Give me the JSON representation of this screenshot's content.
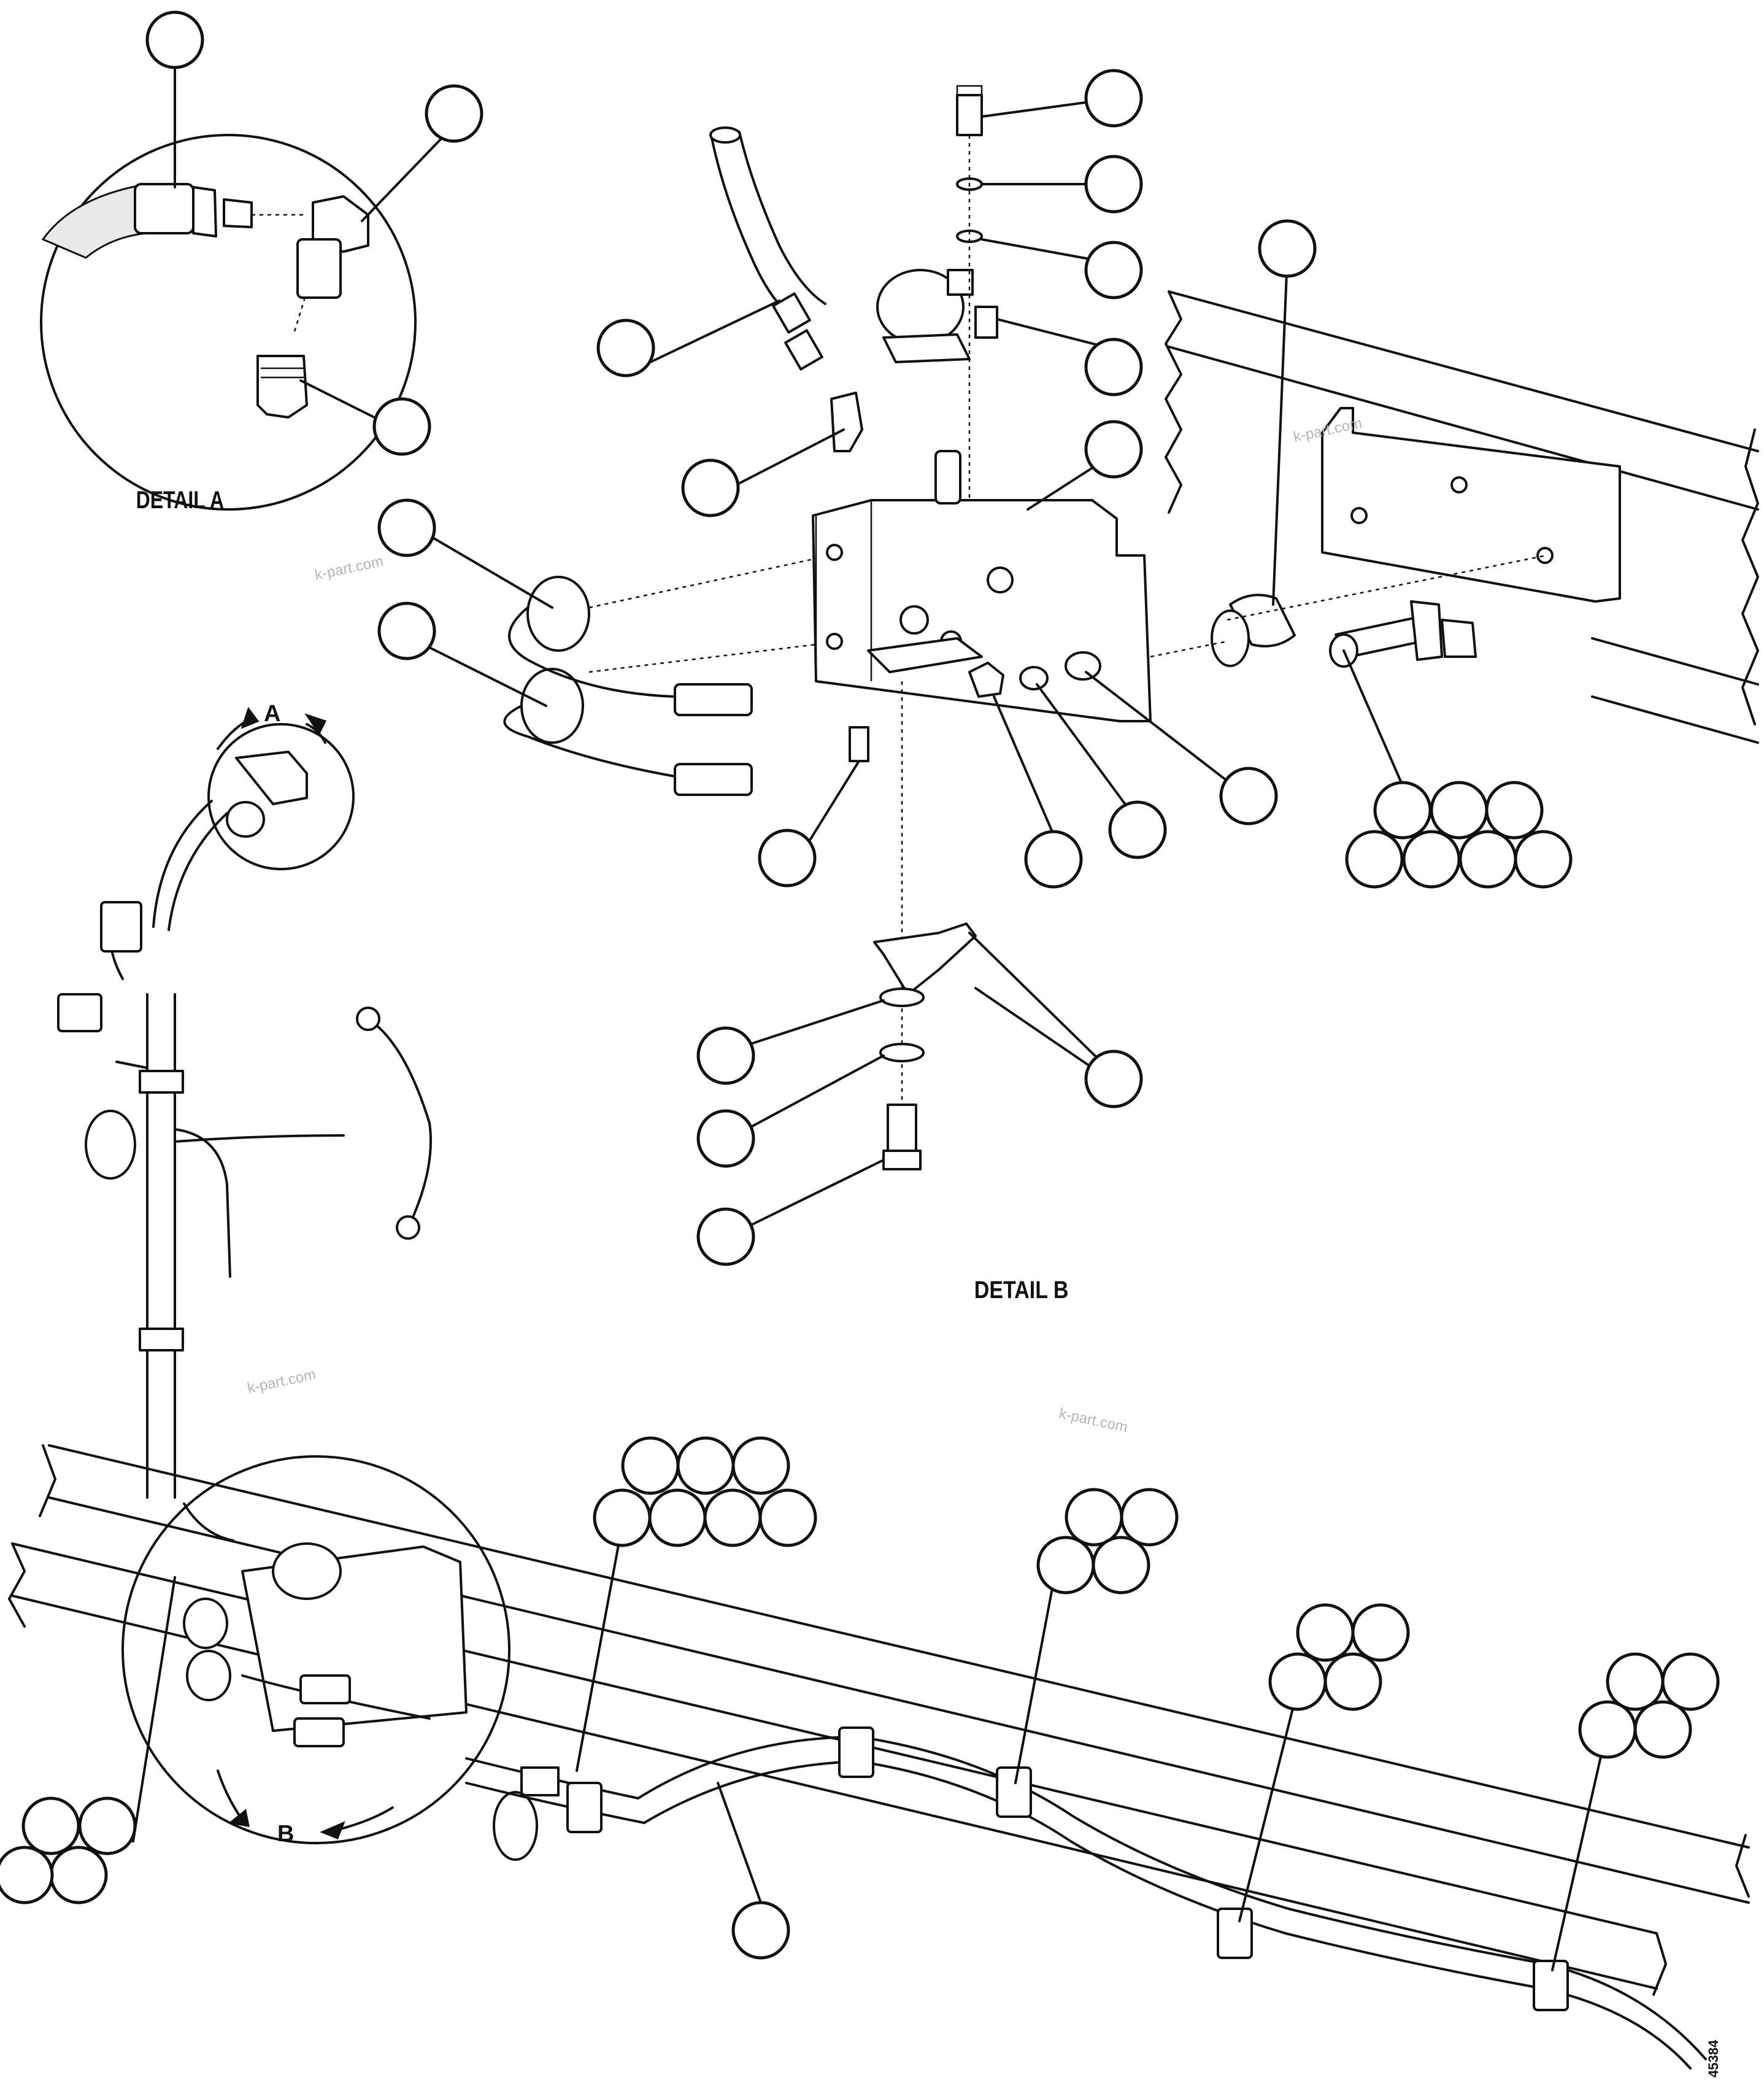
{
  "labels": {
    "detail_a": "DETAIL A",
    "detail_b": "DETAIL B",
    "view_a": "A",
    "view_b": "B",
    "drawing_number": "45384"
  },
  "watermark": "k-part.com"
}
